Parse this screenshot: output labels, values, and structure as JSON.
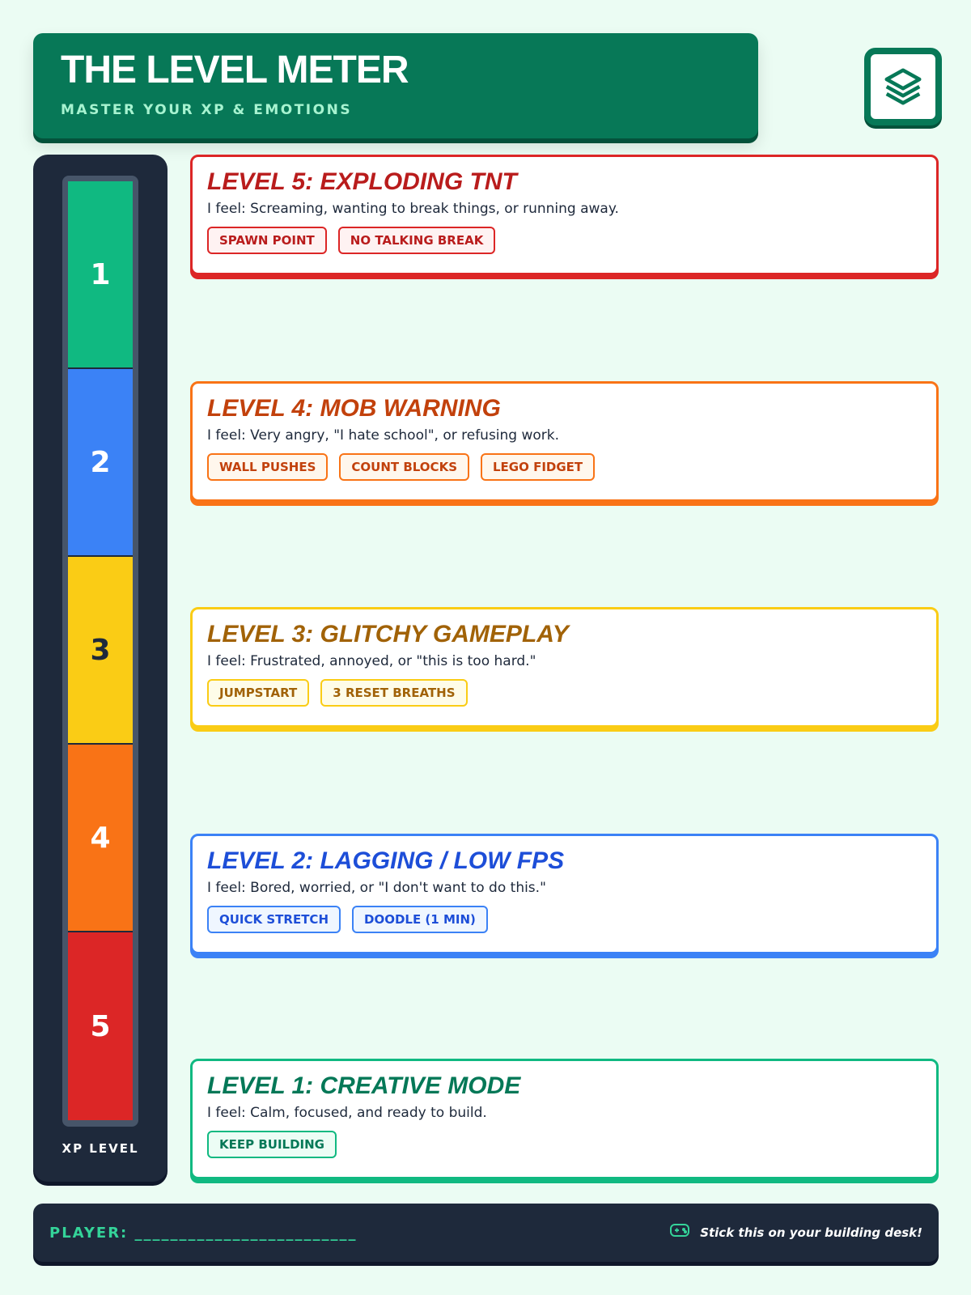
{
  "header": {
    "title": "THE LEVEL METER",
    "subtitle": "MASTER YOUR XP & EMOTIONS",
    "icon": "layers-icon"
  },
  "meter": {
    "label": "XP LEVEL",
    "segments": [
      {
        "label": "1",
        "color": "#10b981"
      },
      {
        "label": "2",
        "color": "#3b82f6"
      },
      {
        "label": "3",
        "color": "#facc15",
        "text": "#1e293b"
      },
      {
        "label": "4",
        "color": "#f97316"
      },
      {
        "label": "5",
        "color": "#dc2626"
      }
    ]
  },
  "levels": [
    {
      "title": "LEVEL 5: EXPLODING TNT",
      "feel": "I feel: Screaming, wanting to break things, or running away.",
      "tags": [
        "SPAWN POINT",
        "NO TALKING BREAK"
      ],
      "border": "#dc2626",
      "text": "#b91c1c",
      "tagbg": "#fef2f2"
    },
    {
      "title": "LEVEL 4: MOB WARNING",
      "feel": "I feel: Very angry, \"I hate school\", or refusing work.",
      "tags": [
        "WALL PUSHES",
        "COUNT BLOCKS",
        "LEGO FIDGET"
      ],
      "border": "#f97316",
      "text": "#c2410c",
      "tagbg": "#fff7ed"
    },
    {
      "title": "LEVEL 3: GLITCHY GAMEPLAY",
      "feel": "I feel: Frustrated, annoyed, or \"this is too hard.\"",
      "tags": [
        "JUMPSTART",
        "3 RESET BREATHS"
      ],
      "border": "#facc15",
      "text": "#a16207",
      "tagbg": "#fefce8"
    },
    {
      "title": "LEVEL 2: LAGGING / LOW FPS",
      "feel": "I feel: Bored, worried, or \"I don't want to do this.\"",
      "tags": [
        "QUICK STRETCH",
        "DOODLE (1 MIN)"
      ],
      "border": "#3b82f6",
      "text": "#1d4ed8",
      "tagbg": "#eff6ff"
    },
    {
      "title": "LEVEL 1: CREATIVE MODE",
      "feel": "I feel: Calm, focused, and ready to build.",
      "tags": [
        "KEEP BUILDING"
      ],
      "border": "#10b981",
      "text": "#047857",
      "tagbg": "#ecfdf5"
    }
  ],
  "footer": {
    "player": "PLAYER: _________________________",
    "note": "Stick this on your building desk!",
    "icon": "gamepad-icon"
  }
}
